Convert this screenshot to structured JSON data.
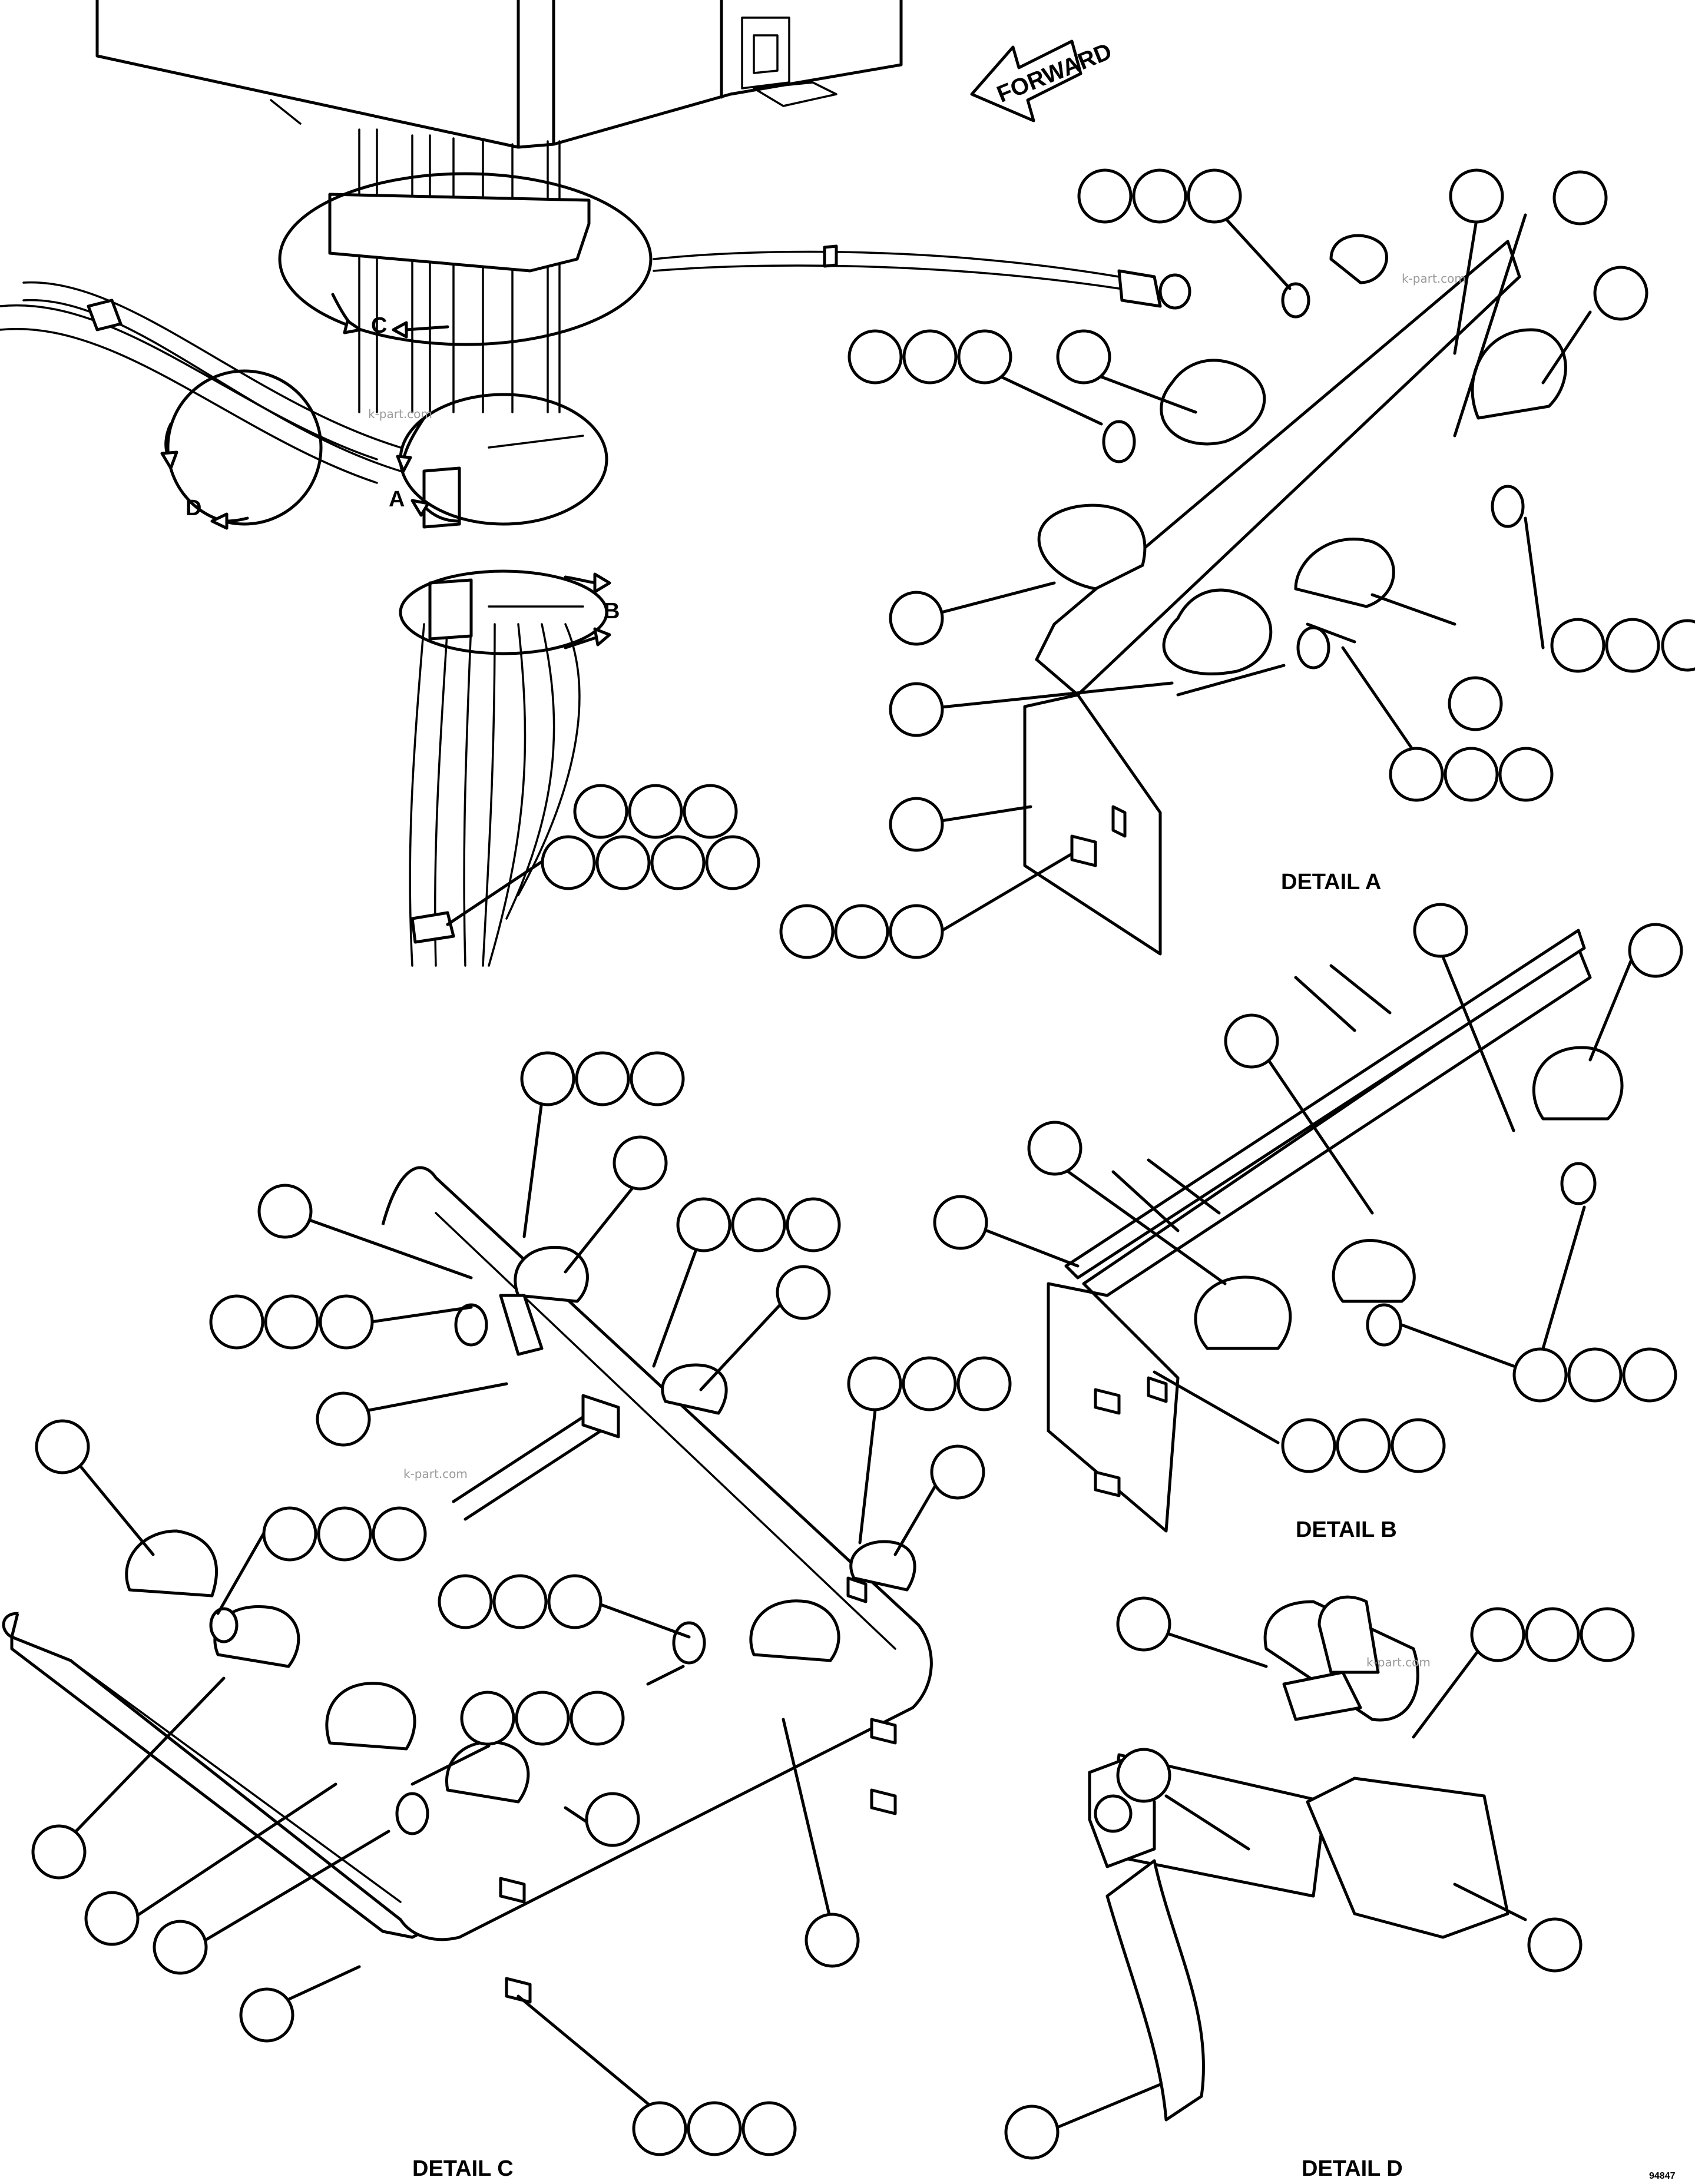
{
  "labels": {
    "forward": "FORWARD",
    "detail_a": "DETAIL A",
    "detail_b": "DETAIL B",
    "detail_c": "DETAIL C",
    "detail_d": "DETAIL D",
    "ref_a": "A",
    "ref_b": "B",
    "ref_c": "C",
    "ref_d": "D",
    "drawing_number": "94847"
  },
  "watermarks": [
    "k-part.com",
    "k-part.com",
    "k-part.com",
    "k-part.com"
  ]
}
